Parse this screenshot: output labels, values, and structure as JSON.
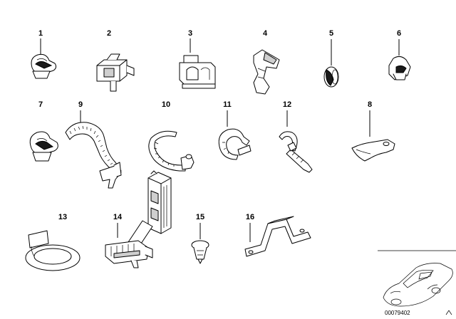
{
  "diagram": {
    "parts": [
      {
        "number": "1"
      },
      {
        "number": "2"
      },
      {
        "number": "3"
      },
      {
        "number": "4"
      },
      {
        "number": "5"
      },
      {
        "number": "6"
      },
      {
        "number": "7"
      },
      {
        "number": "9"
      },
      {
        "number": "10"
      },
      {
        "number": "11"
      },
      {
        "number": "12"
      },
      {
        "number": "8"
      },
      {
        "number": "13"
      },
      {
        "number": "14"
      },
      {
        "number": "15"
      },
      {
        "number": "16"
      }
    ],
    "image_code": "00079402",
    "colors": {
      "line": "#000000",
      "background": "#ffffff",
      "shade": "#cfcfcf"
    }
  }
}
